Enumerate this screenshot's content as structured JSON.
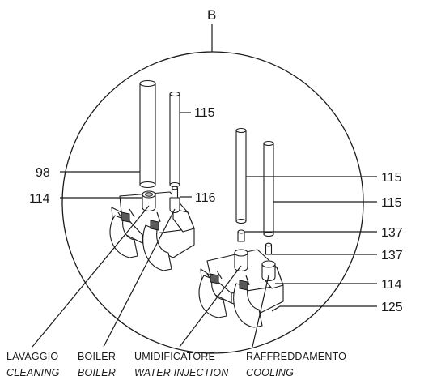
{
  "detail": {
    "letter": "B"
  },
  "callouts": {
    "c98": "98",
    "c115a": "115",
    "c114a": "114",
    "c116": "116",
    "c115b": "115",
    "c115c": "115",
    "c137a": "137",
    "c137b": "137",
    "c114b": "114",
    "c125": "125"
  },
  "captions": [
    {
      "it": "LAVAGGIO",
      "en": "CLEANING"
    },
    {
      "it": "BOILER",
      "en": "BOILER"
    },
    {
      "it": "UMIDIFICATORE",
      "en": "WATER INJECTION"
    },
    {
      "it": "RAFFREDDAMENTO",
      "en": "COOLING"
    }
  ]
}
